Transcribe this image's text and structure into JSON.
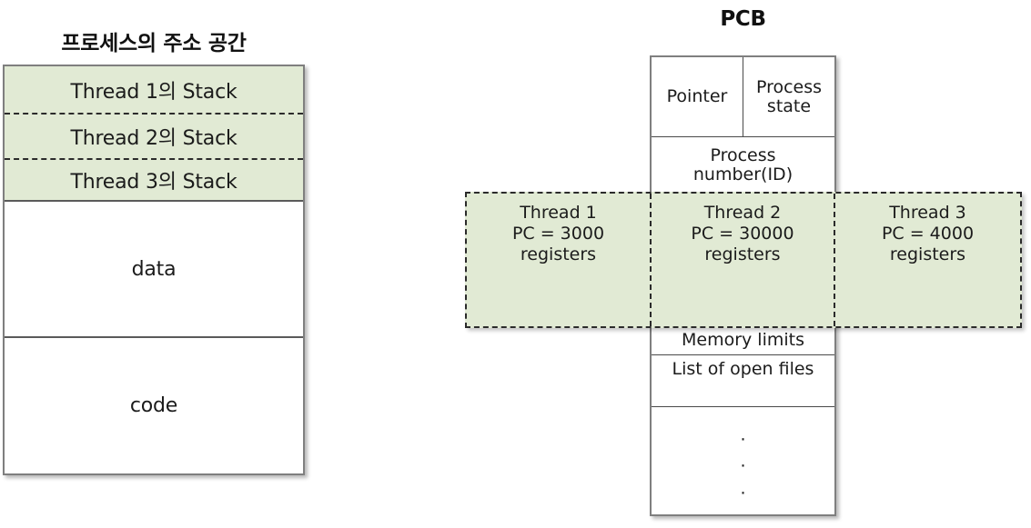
{
  "diagram": {
    "left_panel": {
      "title": "프로세스의 주소 공간",
      "rows": [
        {
          "label": "Thread 1의 Stack",
          "kind": "stack"
        },
        {
          "label": "Thread 2의 Stack",
          "kind": "stack"
        },
        {
          "label": "Thread 3의 Stack",
          "kind": "stack"
        },
        {
          "label": "data",
          "kind": "segment"
        },
        {
          "label": "code",
          "kind": "segment"
        }
      ]
    },
    "right_panel": {
      "title": "PCB",
      "rows": [
        {
          "label": "Pointer",
          "kind": "half-left"
        },
        {
          "label": "Process\nstate",
          "label_line1": "Process",
          "label_line2": "state",
          "kind": "half-right"
        },
        {
          "label_line1": "Process",
          "label_line2": "number(ID)",
          "kind": "full"
        },
        {
          "label": "Memory limits",
          "kind": "full"
        },
        {
          "label": "List of open files",
          "kind": "full"
        },
        {
          "label": "·\n·\n·",
          "kind": "ellipsis"
        }
      ],
      "ellipsis_dots": "·"
    },
    "thread_band": {
      "cells": [
        {
          "name": "Thread 1",
          "pc": "PC = 3000",
          "registers": "registers"
        },
        {
          "name": "Thread 2",
          "pc": "PC = 30000",
          "registers": "registers"
        },
        {
          "name": "Thread 3",
          "pc": "PC = 4000",
          "registers": "registers"
        }
      ]
    },
    "colors": {
      "thread_fill": "#E1EAD4",
      "box_border": "#7F7F7F",
      "dashed_border": "#2B2B2B",
      "text": "#1B1B1B",
      "background": "#FFFFFF"
    }
  }
}
